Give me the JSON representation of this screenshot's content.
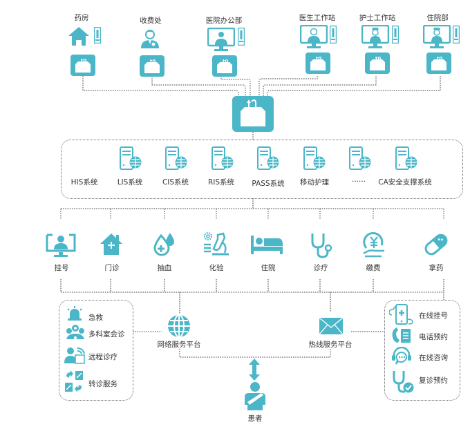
{
  "colors": {
    "accent": "#4ab6c8",
    "line": "#666666",
    "text": "#333333"
  },
  "top_nodes": [
    {
      "label": "药房",
      "icon": "house-icon"
    },
    {
      "label": "收费处",
      "icon": "cashier-person-icon"
    },
    {
      "label": "医院办公部",
      "icon": "monitor-person-icon"
    },
    {
      "label": "医生工作站",
      "icon": "monitor-doctor-icon"
    },
    {
      "label": "护士工作站",
      "icon": "monitor-nurse-icon"
    },
    {
      "label": "住院部",
      "icon": "monitor-nurse-icon"
    }
  ],
  "hub": {
    "icon": "data-exchange-box-icon"
  },
  "systems": [
    {
      "label": "HIS系统",
      "icon": null
    },
    {
      "label": "LIS系统",
      "icon": "server-globe-icon"
    },
    {
      "label": "CIS系统",
      "icon": "server-globe-icon"
    },
    {
      "label": "RIS系统",
      "icon": "server-globe-icon"
    },
    {
      "label": "PASS系统",
      "icon": "server-globe-icon"
    },
    {
      "label": "移动护理",
      "icon": "server-globe-icon"
    },
    {
      "label": "......",
      "icon": "server-globe-icon"
    },
    {
      "label": "CA安全支撑系统",
      "icon": "server-globe-icon"
    }
  ],
  "services": [
    {
      "label": "挂号",
      "icon": "monitor-user-icon"
    },
    {
      "label": "门诊",
      "icon": "clinic-house-icon"
    },
    {
      "label": "抽血",
      "icon": "blood-drop-icon"
    },
    {
      "label": "化验",
      "icon": "microscope-icon"
    },
    {
      "label": "住院",
      "icon": "bed-icon"
    },
    {
      "label": "诊疗",
      "icon": "stethoscope-icon"
    },
    {
      "label": "缴费",
      "icon": "payment-yen-icon"
    },
    {
      "label": "拿药",
      "icon": "pill-icon"
    }
  ],
  "left_panel": [
    {
      "label": "急救",
      "icon": "siren-icon"
    },
    {
      "label": "多科室会诊",
      "icon": "consultation-group-icon"
    },
    {
      "label": "远程诊疗",
      "icon": "remote-treatment-icon"
    },
    {
      "label": "转诊服务",
      "icon": "referral-icon"
    }
  ],
  "right_panel": [
    {
      "label": "在线挂号",
      "icon": "mobile-register-icon"
    },
    {
      "label": "电话预约",
      "icon": "phone-booking-icon"
    },
    {
      "label": "在线咨询",
      "icon": "headset-chat-icon"
    },
    {
      "label": "复诊预约",
      "icon": "stethoscope-check-icon"
    }
  ],
  "platforms": {
    "web": {
      "label": "网络服务平台",
      "icon": "globe-icon"
    },
    "hotline": {
      "label": "热线服务平台",
      "icon": "envelope-icon"
    }
  },
  "patient": {
    "label": "患者",
    "icon": "patient-icon"
  }
}
